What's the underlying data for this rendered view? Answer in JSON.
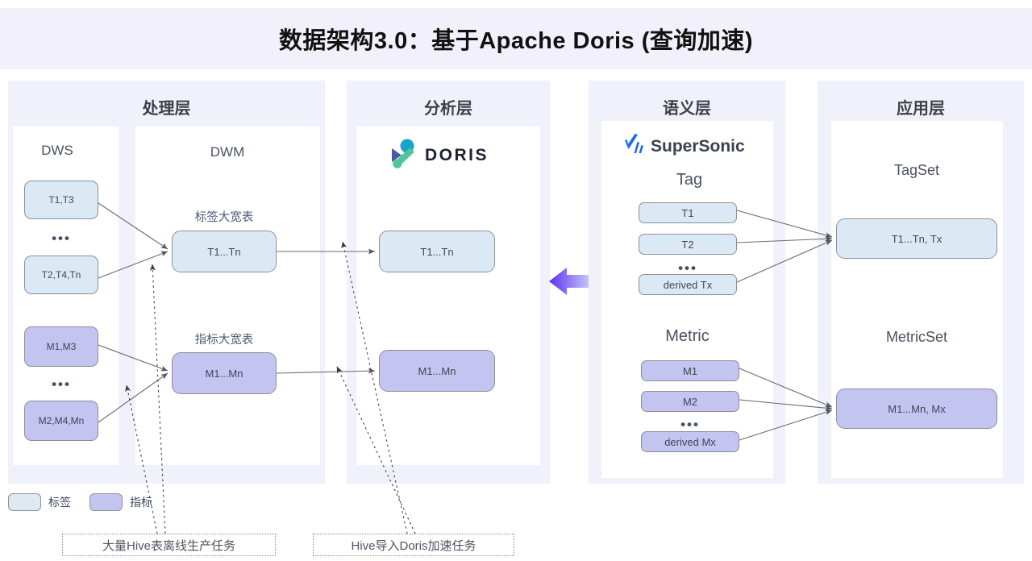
{
  "title": "数据架构3.0：基于Apache Doris (查询加速)",
  "panels": [
    {
      "name": "processing",
      "title": "处理层"
    },
    {
      "name": "analysis",
      "title": "分析层"
    },
    {
      "name": "semantic",
      "title": "语义层"
    },
    {
      "name": "application",
      "title": "应用层"
    }
  ],
  "processing": {
    "dws": {
      "heading": "DWS",
      "nodes": [
        "T1,T3",
        "T2,T4,Tn"
      ],
      "metric_nodes": [
        "M1,M3",
        "M2,M4,Mn"
      ],
      "ellipsis": "•••"
    },
    "dwm": {
      "heading": "DWM",
      "tag_table_label": "标签大宽表",
      "tag_table_node": "T1...Tn",
      "metric_table_label": "指标大宽表",
      "metric_table_node": "M1...Mn"
    }
  },
  "analysis": {
    "logo_text": "DORIS",
    "logo_icon": "doris-logo-icon",
    "tag_node": "T1...Tn",
    "metric_node": "M1...Mn"
  },
  "semantic": {
    "logo_text": "SuperSonic",
    "logo_icon": "supersonic-logo-icon",
    "tag_heading": "Tag",
    "tag_nodes": [
      "T1",
      "T2",
      "derived Tx"
    ],
    "metric_heading": "Metric",
    "metric_nodes": [
      "M1",
      "M2",
      "derived Mx"
    ],
    "ellipsis": "•••"
  },
  "application": {
    "tagset_heading": "TagSet",
    "tagset_node": "T1...Tn, Tx",
    "metricset_heading": "MetricSet",
    "metricset_node": "M1...Mn, Mx"
  },
  "legend": [
    {
      "label": "标签",
      "swatch": "tag"
    },
    {
      "label": "指标",
      "swatch": "metric"
    }
  ],
  "annotations": [
    {
      "name": "hive-offline-task",
      "label": "大量Hive表离线生产任务"
    },
    {
      "name": "hive-to-doris-task",
      "label": "Hive导入Doris加速任务"
    }
  ],
  "flow_arrow": {
    "name": "right-to-left-flow-arrow",
    "direction": "left"
  },
  "colors": {
    "banner_bg": "#f2f1fb",
    "panel_bg": "#f1f1fb",
    "card_bg": "#ffffff",
    "tag_fill": "#dbe9f5",
    "metric_fill": "#c3c4f0",
    "node_border": "#8c9096",
    "text_dark": "#3d4756",
    "arrow_gradient_from": "#5b32f0",
    "arrow_gradient_to": "#c9c8fb",
    "doris_blue": "#18a5c9",
    "doris_navy": "#4a57a5",
    "doris_green": "#4fc59a",
    "supersonic_blue": "#1868f0"
  }
}
